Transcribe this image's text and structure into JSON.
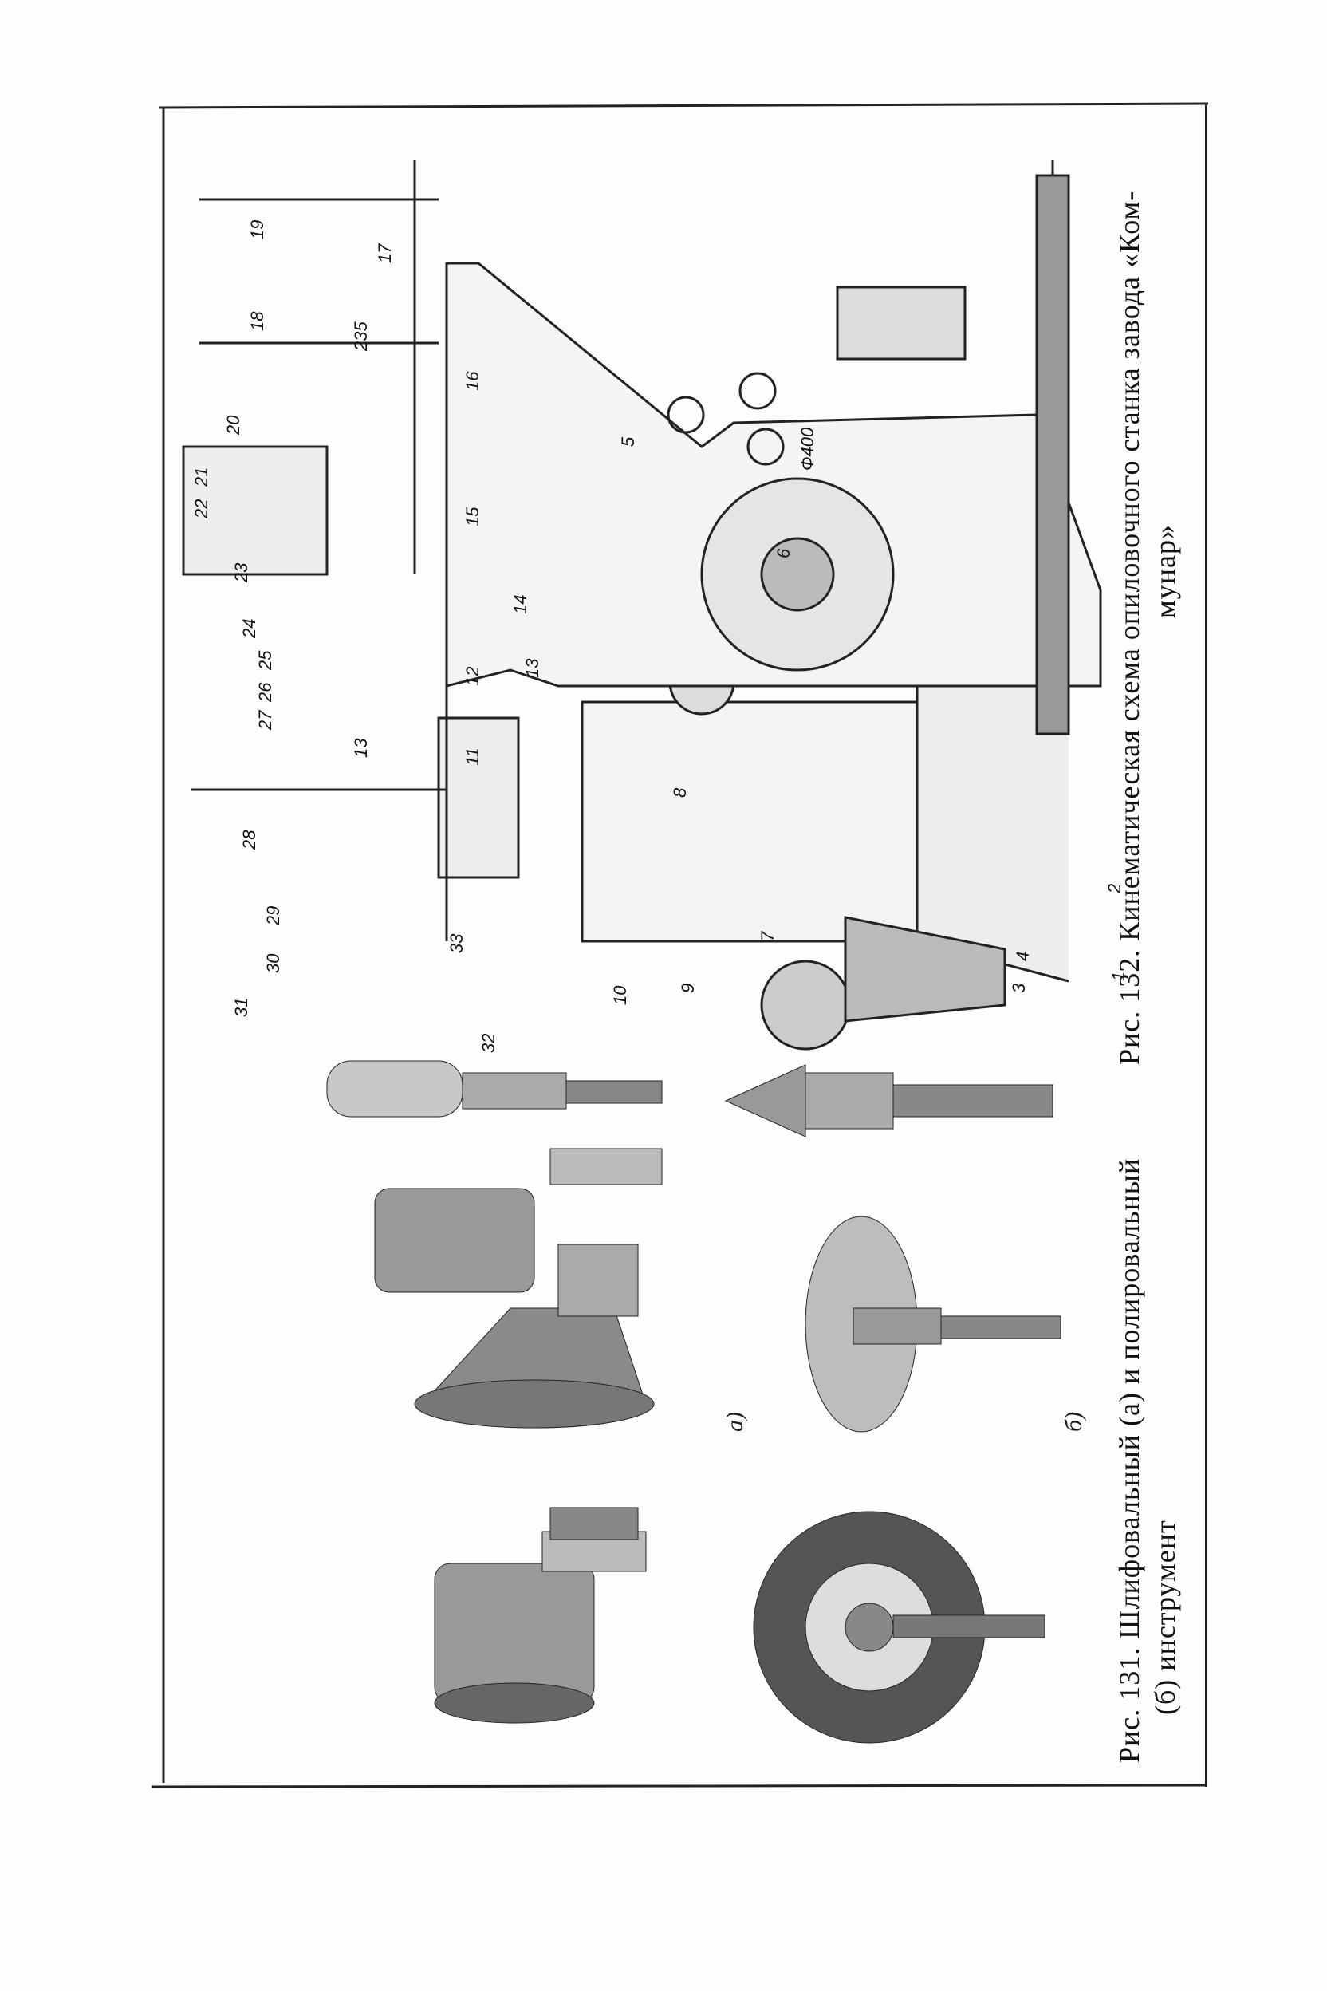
{
  "figure131": {
    "caption_line1": "Рис. 131. Шлифовальный (а) и полировальный",
    "caption_line2": "(б) инструмент",
    "sub_a": "а)",
    "sub_b": "б)"
  },
  "figure132": {
    "caption_line1": "Рис. 132. Кинематическая схема опиловочного станка завода «Ком-",
    "caption_line2": "мунар»",
    "dimension": "Ф400",
    "callouts": [
      "1",
      "2",
      "3",
      "4",
      "5",
      "6",
      "7",
      "8",
      "9",
      "10",
      "11",
      "12",
      "13",
      "13",
      "14",
      "15",
      "16",
      "17",
      "18",
      "19",
      "20",
      "21",
      "22",
      "23",
      "24",
      "25",
      "26",
      "27",
      "28",
      "29",
      "30",
      "31",
      "32",
      "33",
      "235"
    ]
  },
  "colors": {
    "ink": "#1a1a1a",
    "paper": "#fdfdfb",
    "gray": "#6a6a6a"
  }
}
